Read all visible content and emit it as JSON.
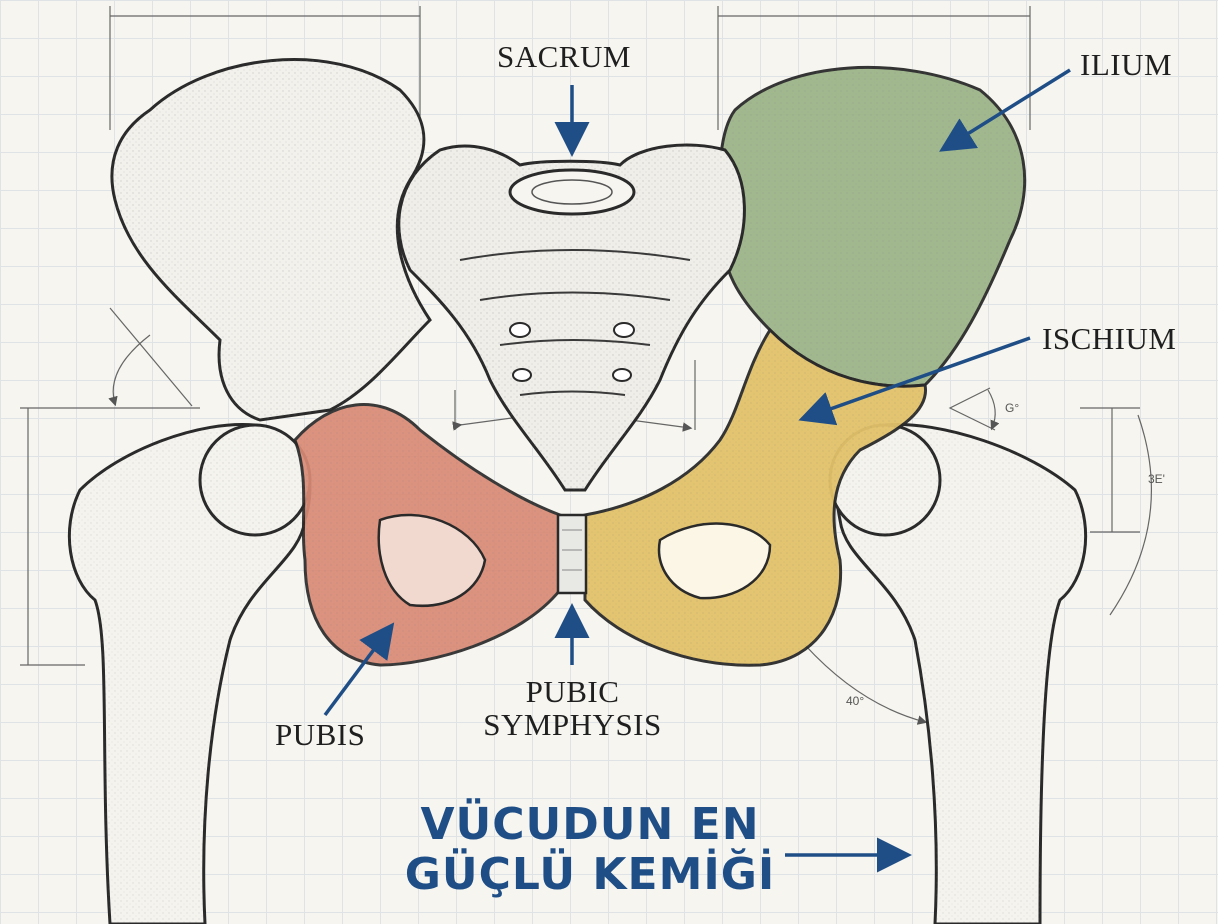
{
  "labels": {
    "sacrum": "SACRUM",
    "ilium": "ILIUM",
    "ischium": "ISCHIUM",
    "pubis": "PUBIS",
    "pubic_symphysis_line1": "PUBIC",
    "pubic_symphysis_line2": "SYMPHYSIS"
  },
  "headline": {
    "line1": "VÜCUDUN EN",
    "line2": "GÜÇLÜ KEMİĞİ"
  },
  "angles": {
    "a1": "G°",
    "a2": "3E'",
    "a3": "40°"
  },
  "colors": {
    "ilium": "#9db58a",
    "ischium": "#e3c26a",
    "pubis": "#d98a75",
    "arrow": "#1f4e87",
    "headline": "#1f4e87"
  }
}
